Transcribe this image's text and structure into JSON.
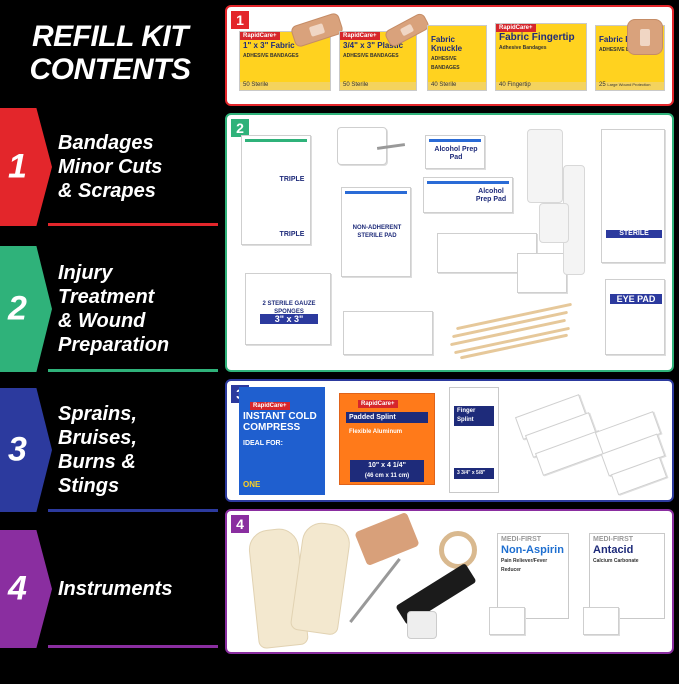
{
  "title_lines": [
    "REFILL KIT",
    "CONTENTS"
  ],
  "colors": {
    "red": "#e3262b",
    "green": "#2fb27a",
    "blue": "#2c3a9e",
    "purple": "#8a2ea0"
  },
  "sections": [
    {
      "number": "1",
      "lines": [
        "Bandages",
        "Minor Cuts",
        "& Scrapes"
      ]
    },
    {
      "number": "2",
      "lines": [
        "Injury",
        "Treatment",
        "& Wound",
        "Preparation"
      ]
    },
    {
      "number": "3",
      "lines": [
        "Sprains,",
        "Bruises,",
        "Burns &",
        "Stings"
      ]
    },
    {
      "number": "4",
      "lines": [
        "Instruments"
      ]
    }
  ],
  "panel1": {
    "tag": "1",
    "products": [
      {
        "brand": "RapidCare+",
        "title": "1\" x 3\" Fabric",
        "sub": "ADHESIVE BANDAGES",
        "count": "50",
        "note": "Sterile"
      },
      {
        "brand": "RapidCare+",
        "title": "3/4\" x 3\" Plastic",
        "sub": "ADHESIVE BANDAGES",
        "count": "50",
        "note": "Sterile"
      },
      {
        "title": "Fabric Knuckle",
        "sub": "ADHESIVE BANDAGES",
        "count": "40",
        "note": "Sterile"
      },
      {
        "brand": "RapidCare+",
        "title": "Fabric Fingertip",
        "sub": "Adhesive Bandages",
        "count": "40",
        "note": "Fingertip"
      },
      {
        "title": "Fabric Patch",
        "sub": "ADHESIVE BANDAGES",
        "count": "25",
        "note": "Large Wound Protection"
      }
    ]
  },
  "panel2": {
    "tag": "2",
    "labels": {
      "triple": "TRIPLE",
      "alcohol": "Alcohol Prep Pad",
      "nonadherent": "NON-ADHERENT STERILE PAD",
      "gauze": "2 STERILE GAUZE SPONGES",
      "gauze_size": "3\" x 3\"",
      "eye": "EYE PAD",
      "sterile": "STERILE"
    }
  },
  "panel3": {
    "tag": "3",
    "cold": {
      "brand": "RapidCare+",
      "title": "INSTANT COLD COMPRESS",
      "ideal": "IDEAL FOR:",
      "note": "ONE"
    },
    "splint": {
      "brand": "RapidCare+",
      "title": "Padded Splint",
      "sub": "Flexible Aluminum",
      "size": "10\" x 4 1/4\"",
      "metric": "(46 cm x 11 cm)"
    },
    "finger": {
      "title": "Finger Splint",
      "size": "3 3/4\" x 5/8\""
    }
  },
  "panel4": {
    "tag": "4",
    "aspirin": {
      "brand": "MEDI-FIRST",
      "title": "Non-Aspirin",
      "sub": "Pain Reliever/Fever Reducer"
    },
    "antacid": {
      "brand": "MEDI-FIRST",
      "title": "Antacid",
      "sub": "Calcium Carbonate"
    }
  }
}
